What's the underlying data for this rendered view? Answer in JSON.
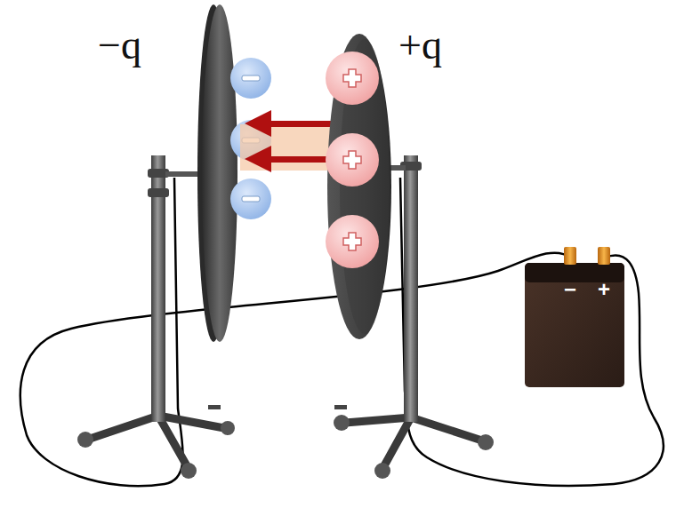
{
  "diagram": {
    "labels": [
      "−q",
      "+q",
      "−",
      "+"
    ]
  }
}
